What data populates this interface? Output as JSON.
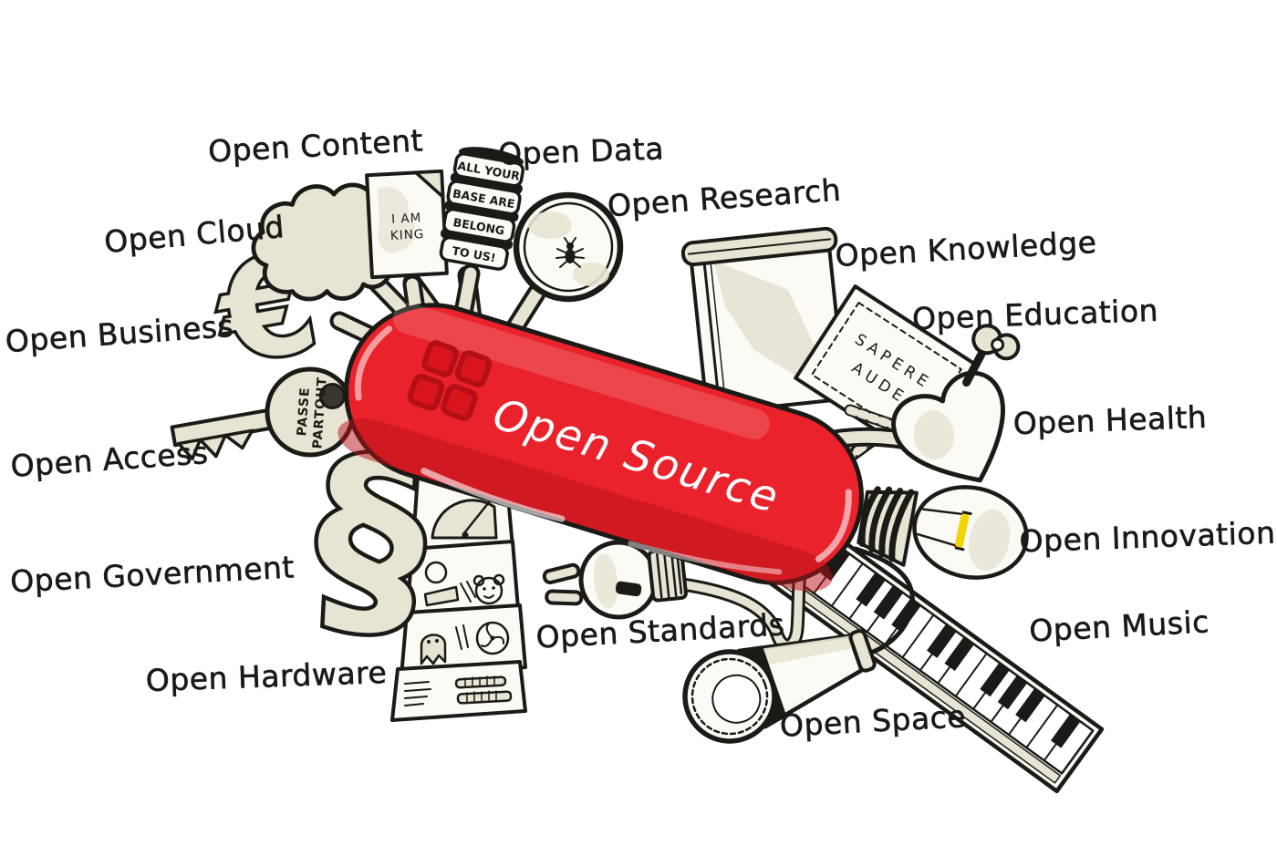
{
  "knife": {
    "label": "Open Source"
  },
  "labels": [
    {
      "id": "open-content",
      "text": "Open Content"
    },
    {
      "id": "open-data",
      "text": "Open Data"
    },
    {
      "id": "open-research",
      "text": "Open Research"
    },
    {
      "id": "open-cloud",
      "text": "Open Cloud"
    },
    {
      "id": "open-knowledge",
      "text": "Open Knowledge"
    },
    {
      "id": "open-education",
      "text": "Open Education"
    },
    {
      "id": "open-business",
      "text": "Open Business"
    },
    {
      "id": "open-health",
      "text": "Open Health"
    },
    {
      "id": "open-access",
      "text": "Open Access"
    },
    {
      "id": "open-innovation",
      "text": "Open Innovation"
    },
    {
      "id": "open-government",
      "text": "Open Government"
    },
    {
      "id": "open-music",
      "text": "Open Music"
    },
    {
      "id": "open-standards",
      "text": "Open Standards"
    },
    {
      "id": "open-hardware",
      "text": "Open Hardware"
    },
    {
      "id": "open-space",
      "text": "Open Space"
    }
  ],
  "drawing_texts": {
    "paper": [
      "I AM",
      "KING"
    ],
    "cans": [
      "ALL YOUR",
      "BASE ARE",
      "BELONG",
      "TO US!"
    ],
    "sign": [
      "SAPERE",
      "AUDE"
    ],
    "key": [
      "PASSE",
      "PARTOUT"
    ]
  },
  "colors": {
    "background": "#ffffff",
    "knife_red": "#e9222b",
    "knife_red_dark": "#b80f17",
    "tool_beige": "#e8e4d4",
    "paper_white": "#fbfaf4",
    "ink": "#1c1a17",
    "filament_yellow": "#f2d405"
  }
}
